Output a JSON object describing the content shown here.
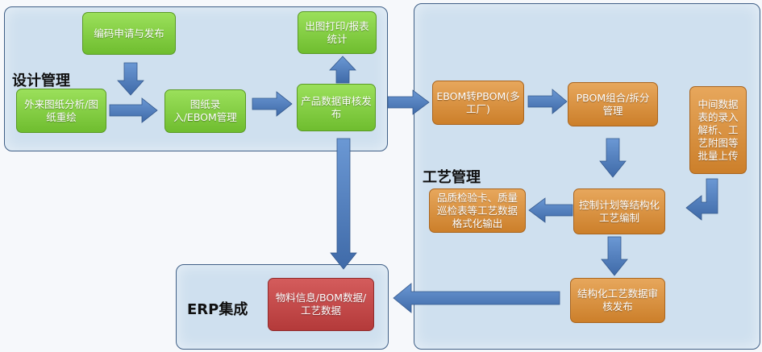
{
  "design": {
    "title": "设计管理",
    "code_apply": "编码申请与发布",
    "print_stats": "出图打印/报表统计",
    "external_drawing": "外来图纸分析/图纸重绘",
    "drawing_entry": "图纸录入/EBOM管理",
    "product_release": "产品数据审核发布"
  },
  "process": {
    "title": "工艺管理",
    "ebom_pbom": "EBOM转PBOM(多工厂)",
    "pbom_combine": "PBOM组合/拆分管理",
    "middle_table": "中间数据表的录入解析、工艺附图等批量上传",
    "control_plan": "控制计划等结构化工艺编制",
    "quality_cards": "品质检验卡、质量巡检表等工艺数据格式化输出",
    "struct_review": "结构化工艺数据审核发布"
  },
  "erp": {
    "title": "ERP集成",
    "material_info": "物料信息/BOM数据/工艺数据"
  },
  "colors": {
    "green": "#7fcc3c",
    "orange": "#d98f3c",
    "red": "#c44848",
    "arrow": "#4f7fc0",
    "panel": "#cfe0ef"
  }
}
